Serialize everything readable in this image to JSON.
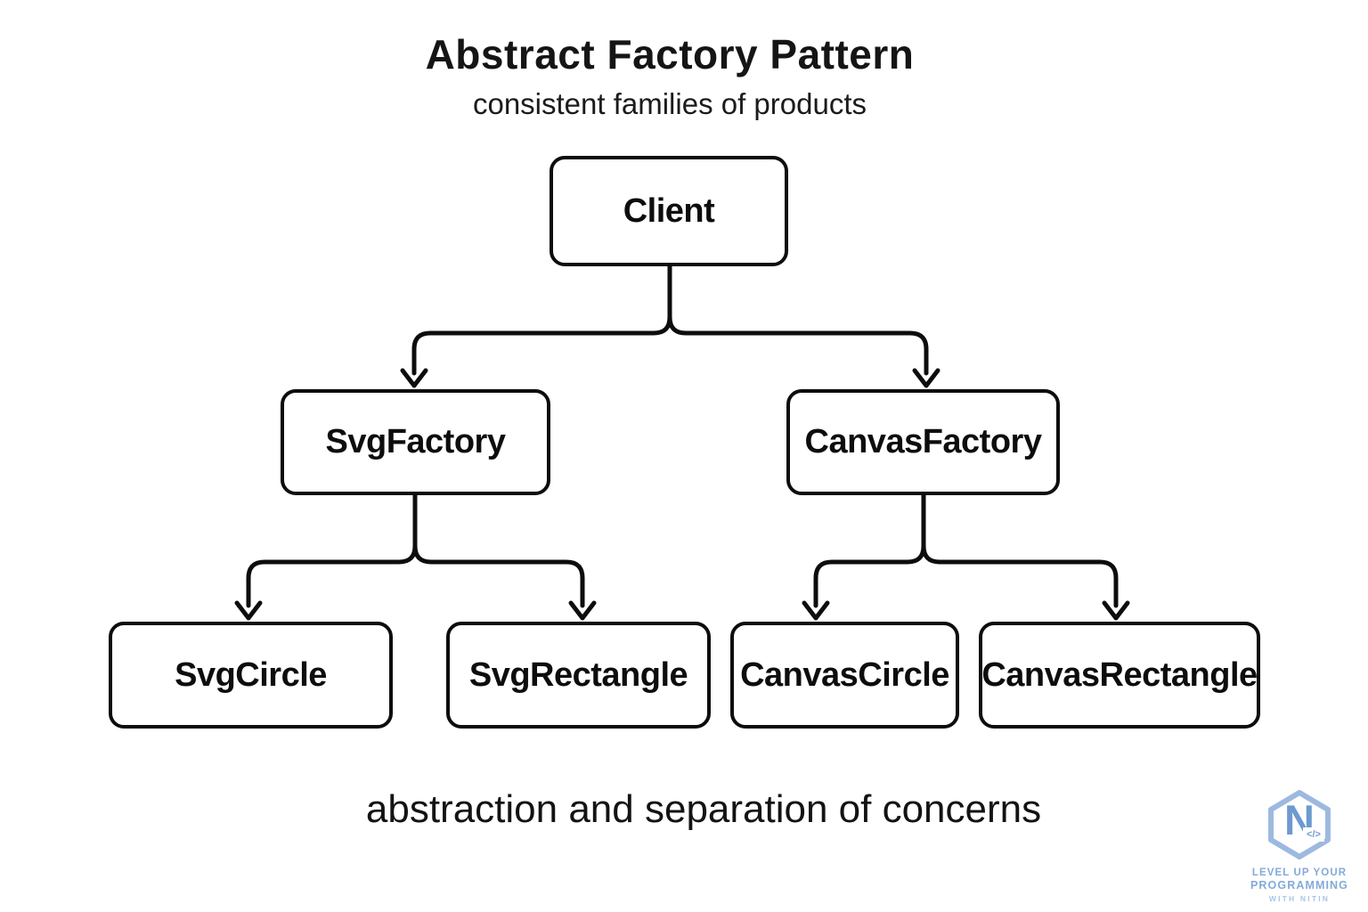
{
  "header": {
    "title": "Abstract Factory Pattern",
    "subtitle": "consistent families of products"
  },
  "diagram": {
    "type": "flowchart",
    "nodes": {
      "client": "Client",
      "svg_factory": "SvgFactory",
      "canvas_factory": "CanvasFactory",
      "svg_circle": "SvgCircle",
      "svg_rectangle": "SvgRectangle",
      "canvas_circle": "CanvasCircle",
      "canvas_rectangle": "CanvasRectangle"
    },
    "edges": [
      {
        "from": "Client",
        "to": "SvgFactory"
      },
      {
        "from": "Client",
        "to": "CanvasFactory"
      },
      {
        "from": "SvgFactory",
        "to": "SvgCircle"
      },
      {
        "from": "SvgFactory",
        "to": "SvgRectangle"
      },
      {
        "from": "CanvasFactory",
        "to": "CanvasCircle"
      },
      {
        "from": "CanvasFactory",
        "to": "CanvasRectangle"
      }
    ],
    "colors": {
      "line": "#0d0d0d",
      "node_border": "#0d0d0d",
      "node_fill": "#ffffff",
      "background": "#ffffff"
    }
  },
  "footer": {
    "caption": "abstraction and separation of concerns"
  },
  "logo": {
    "monogram": "N",
    "code_glyph": "</>",
    "line1": "LEVEL UP YOUR",
    "line2": "PROGRAMMING",
    "line3": "WITH NITIN",
    "colors": {
      "hexagon": "#9db9e0",
      "monogram": "#6d9ad0",
      "text": "#84aad8",
      "text_light": "#a9c5e7"
    }
  }
}
